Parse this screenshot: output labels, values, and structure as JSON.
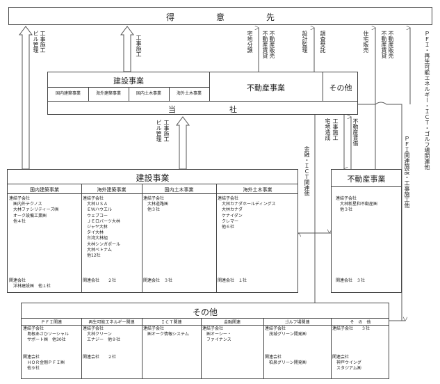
{
  "top": {
    "title": "得　　　　　意　　　　　先"
  },
  "top_labels": {
    "a": "工事施工",
    "b": "ビル管理",
    "c": "工事施工",
    "d": "宅地分譲",
    "e": "不動産販売",
    "f": "不動産賃貸",
    "g": "設計監理",
    "h": "調査受託",
    "i": "住宅販売",
    "j": "不動産販売",
    "k": "不動産賃貸",
    "l": "ＰＦＩ・再生可能エネルギー・ＩＣＴ・ゴルフ場関連他"
  },
  "company": {
    "construction_title": "建設事業",
    "subs": [
      "国内建築事業",
      "海外建築事業",
      "国内土木事業",
      "海外土木事業"
    ],
    "realestate": "不動産事業",
    "other": "その他",
    "name": "当　　　　　　　社"
  },
  "mid_labels": {
    "a": "工事施工",
    "b": "ビル管理",
    "c": "工事施工",
    "d": "宅地造成",
    "e": "不動産賃借",
    "f": "金融・ＩＣＴ関連他",
    "g": "ＰＦＩ関連施設・工事施工他"
  },
  "construction": {
    "title": "建設事業",
    "cols": [
      {
        "header": "国内建築事業",
        "lines": [
          "連結子会社",
          "　㈱内外テクノス",
          "　大林ファシリティーズ㈱",
          "　オーク設備工業㈱",
          "　他４社"
        ],
        "rel": "関連会社",
        "rel2": "　洋林建設㈱　他１社"
      },
      {
        "header": "海外建築事業",
        "lines": [
          "連結子会社",
          "　大林ＵＳＡ",
          "　ＥＷハウエル",
          "　ウェブコー",
          "　ＪＥロバーツ大林",
          "　ジャヤ大林",
          "　タイ大林",
          "　台湾大林組",
          "　大林シンガポール",
          "　大林ベトナム",
          "　他12社"
        ],
        "rel": "関連会社　　２社",
        "rel2": ""
      },
      {
        "header": "国内土木事業",
        "lines": [
          "連結子会社",
          "　大林道路㈱",
          "　他３社"
        ],
        "rel": "関連会社　３社",
        "rel2": ""
      },
      {
        "header": "海外土木事業",
        "lines": [
          "連結子会社",
          "　大林カナダホールディングス",
          "　大林カナダ",
          "　ケナイダン",
          "　クレマー",
          "　他６社"
        ],
        "rel": "関連会社　１社",
        "rel2": ""
      }
    ]
  },
  "realestate_box": {
    "title": "不動産事業",
    "lines": [
      "連結子会社",
      "　大林新星和不動産㈱",
      "　他３社"
    ],
    "rel": "関連会社　３社"
  },
  "other_box": {
    "title": "その他",
    "cols": [
      {
        "header": "ＰＦＩ関連",
        "lines": [
          "連結子会社",
          "　島根あさひソーシャル",
          "　サポート㈱　他30社",
          "",
          "",
          "関連会社",
          "　ＨＯＲ金剛ＰＦＩ㈱",
          "　他９社"
        ]
      },
      {
        "header": "再生可能エネルギー関連",
        "lines": [
          "連結子会社",
          "　大林クリーン",
          "　エナジー　他９社",
          "",
          "",
          "関連会社　　２社"
        ]
      },
      {
        "header": "ＩＣＴ関連",
        "lines": [
          "連結子会社",
          "　㈱オーク情報システム"
        ]
      },
      {
        "header": "金融関連",
        "lines": [
          "連結子会社",
          "　㈱オーシー・",
          "　ファイナンス"
        ]
      },
      {
        "header": "ゴルフ場関連",
        "lines": [
          "連結子会社",
          "　茂城グリーン開発㈱",
          "",
          "",
          "",
          "関連会社",
          "　柏泉グリーン開発㈱"
        ]
      },
      {
        "header": "そ　の　他",
        "lines": [
          "連結子会社　　３社",
          "",
          "",
          "",
          "",
          "関連会社",
          "　神戸ウイング",
          "　スタジアム㈱"
        ]
      }
    ]
  }
}
